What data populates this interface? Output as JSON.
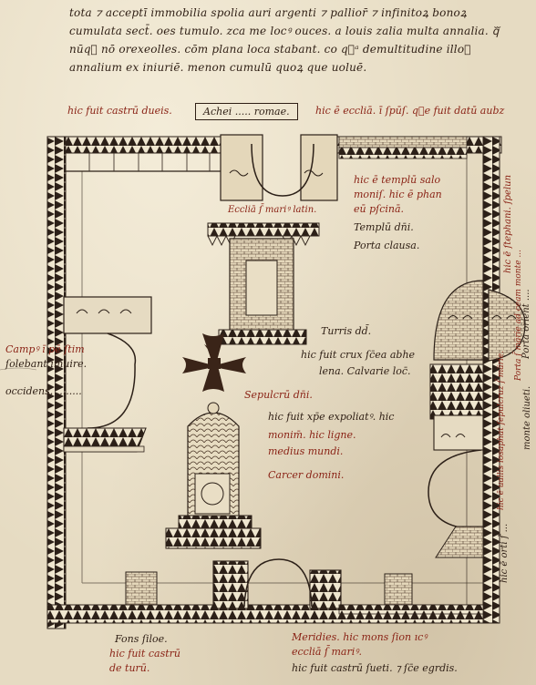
{
  "header_text": {
    "line1": "tota ⁊ acceptī immobilia spolia auri argenti ⁊ pallior̄ ⁊ infinitoꝝ bonoꝝ",
    "line2": "cumulata sect̄. oes tumulo. zca me locꝰ ouces. a louis zalia multa annalia. qᷓ",
    "line3": "nūqᷓ nō orexeolles. cōm plana loca stabant. co qᷓᵃ demultitudine illoꝝ",
    "line4": "annalium ex iniuriē. menon cumulū quoꝝ que uoluē."
  },
  "rubric_line": {
    "left": "hic fuit castrū dueis.",
    "boxed": "Achei ..... romae.",
    "right": "hic ē eccliā. ī ſpūſ. qᷓe fuit datū aubz"
  },
  "labels": {
    "ecclesia_mariae": "Eccliā ſ̄ mariꝰ latin.",
    "templum_salomon_1": "hic ē templū salo",
    "templum_salomon_2": "moniſ. hic ē phan",
    "templum_salomon_3": "eū pſcinā.",
    "templum_domini": "Templū dn̄i.",
    "porta_clausa": "Porta clausa.",
    "turris_david": "Turris dd̄.",
    "crux_1": "hic fuit crux ſc̄ea abhe",
    "crux_2": "lena. Calvarie loc̄.",
    "compus_1": "Campꝰ ı̄ pē ſtim",
    "compus_2": "ſolebant imuire.",
    "compus_3": "occidens. ........",
    "sepulcrum": "Sepulcrū dn̄i.",
    "spoliatus_1": "hic fuit xp̄e expoliatꝰ. hic",
    "spoliatus_2": "monim̄. hic ligne.",
    "spoliatus_3": "medius mundi.",
    "carcer": "Carcer domini.",
    "fons_1": "Fons ſiloe.",
    "fons_2": "hic fuit castrū",
    "fons_3": "de turū.",
    "meridies_1": "Meridies. hic mons ſion ıcꝰ",
    "meridies_2": "eccliā ſ̄ mariꝰ.",
    "meridies_3": "hic fuit castrū ſueti. ⁊ ſc̄e egrdis.",
    "right_vert_1": "hic ē ſtephani. ſpelun",
    "right_vert_2": "Porta ſ̄ ma̅rie ad ceam monte ...",
    "right_vert_3": "hic ē uallis iosaphat ſepulcruz ſ̄ ma̅rie.",
    "right_vert_4": "Porta orient̄ ....",
    "right_vert_5": "monte oliueti.",
    "right_vert_6": "hic ē orti ſ̄ ..."
  },
  "colors": {
    "parchment": "#e6dbc2",
    "ink_brown": "#2e1e14",
    "ink_red": "#8a2316"
  }
}
